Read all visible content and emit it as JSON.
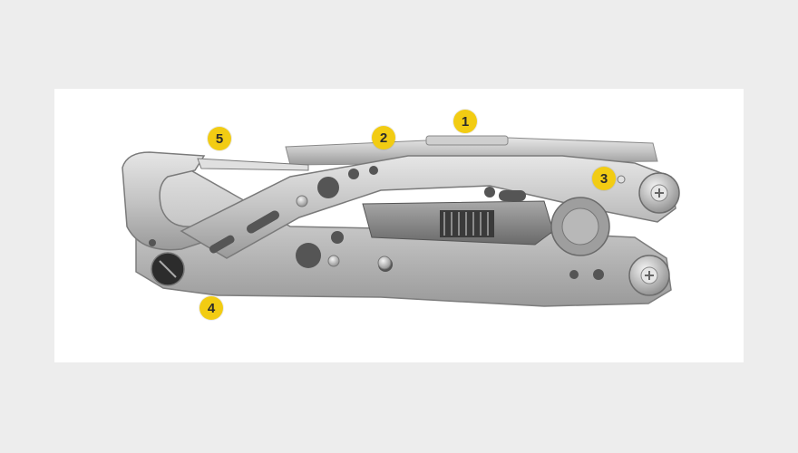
{
  "theme": {
    "badge_color": "#f2cc13",
    "page_background": "#ededed",
    "panel_background": "#ffffff",
    "steel_light": "#d8d8d8",
    "steel_mid": "#b5b5b5",
    "steel_dark": "#6f6f6f"
  },
  "callouts": [
    {
      "label": "1",
      "depicts": "top-tool-bar"
    },
    {
      "label": "2",
      "depicts": "bit-driver-slot"
    },
    {
      "label": "3",
      "depicts": "pivot-lock"
    },
    {
      "label": "4",
      "depicts": "bit-holder-end"
    },
    {
      "label": "5",
      "depicts": "carabiner-clip"
    }
  ]
}
